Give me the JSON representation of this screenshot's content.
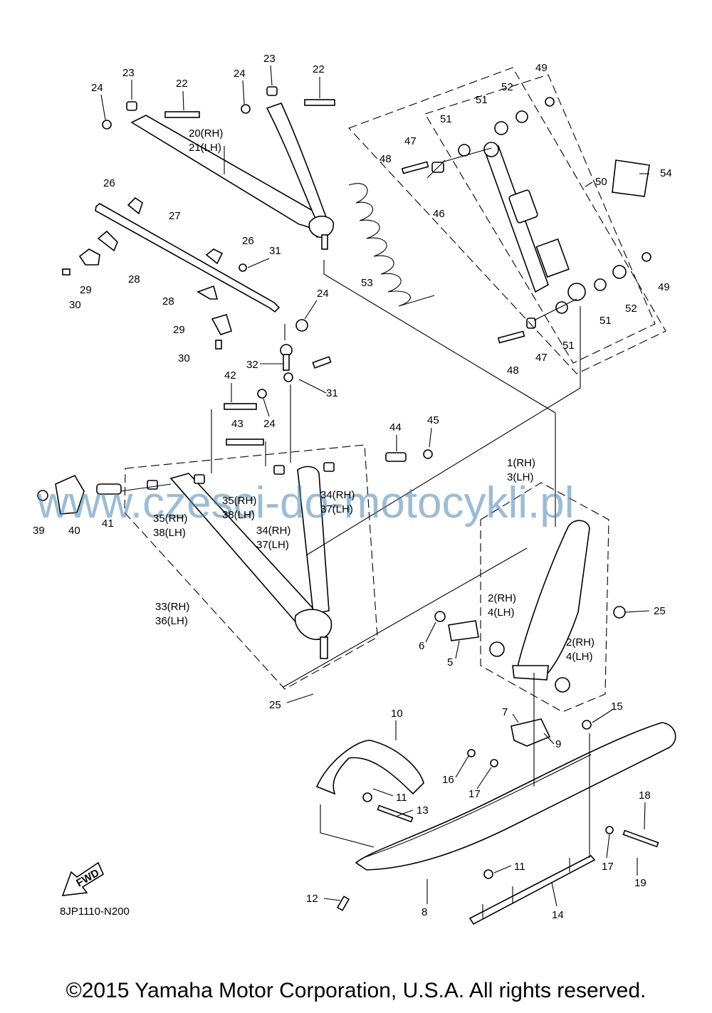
{
  "diagram": {
    "code": "8JP1110-N200",
    "copyright": "©2015 Yamaha Motor Corporation, U.S.A. All rights reserved.",
    "watermark": "www.czesci-do-motocykli.pl",
    "fwd_label": "FWD",
    "labels": {
      "l1_3": [
        "1(RH)",
        "3(LH)"
      ],
      "l2_4a": [
        "2(RH)",
        "4(LH)"
      ],
      "l2_4b": [
        "2(RH)",
        "4(LH)"
      ],
      "l5": "5",
      "l6": "6",
      "l7": "7",
      "l8": "8",
      "l9": "9",
      "l10": "10",
      "l11a": "11",
      "l11b": "11",
      "l12": "12",
      "l13": "13",
      "l14": "14",
      "l15": "15",
      "l16": "16",
      "l17a": "17",
      "l17b": "17",
      "l18": "18",
      "l19": "19",
      "l20_21": [
        "20(RH)",
        "21(LH)"
      ],
      "l22a": "22",
      "l22b": "22",
      "l23a": "23",
      "l23b": "23",
      "l24a": "24",
      "l24b": "24",
      "l24c": "24",
      "l24d": "24",
      "l25a": "25",
      "l25b": "25",
      "l26a": "26",
      "l26b": "26",
      "l27": "27",
      "l28a": "28",
      "l28b": "28",
      "l29a": "29",
      "l29b": "29",
      "l30a": "30",
      "l30b": "30",
      "l31a": "31",
      "l31b": "31",
      "l32": "32",
      "l33_36": [
        "33(RH)",
        "36(LH)"
      ],
      "l34_37a": [
        "34(RH)",
        "37(LH)"
      ],
      "l34_37b": [
        "34(RH)",
        "37(LH)"
      ],
      "l35_38a": [
        "35(RH)",
        "38(LH)"
      ],
      "l35_38b": [
        "35(RH)",
        "38(LH)"
      ],
      "l39": "39",
      "l40": "40",
      "l41": "41",
      "l42": "42",
      "l43": "43",
      "l44": "44",
      "l45": "45",
      "l46": "46",
      "l47a": "47",
      "l47b": "47",
      "l48a": "48",
      "l48b": "48",
      "l49a": "49",
      "l49b": "49",
      "l50": "50",
      "l51a": "51",
      "l51b": "51",
      "l51c": "51",
      "l51d": "51",
      "l52a": "52",
      "l52b": "52",
      "l53": "53",
      "l54": "54"
    }
  }
}
